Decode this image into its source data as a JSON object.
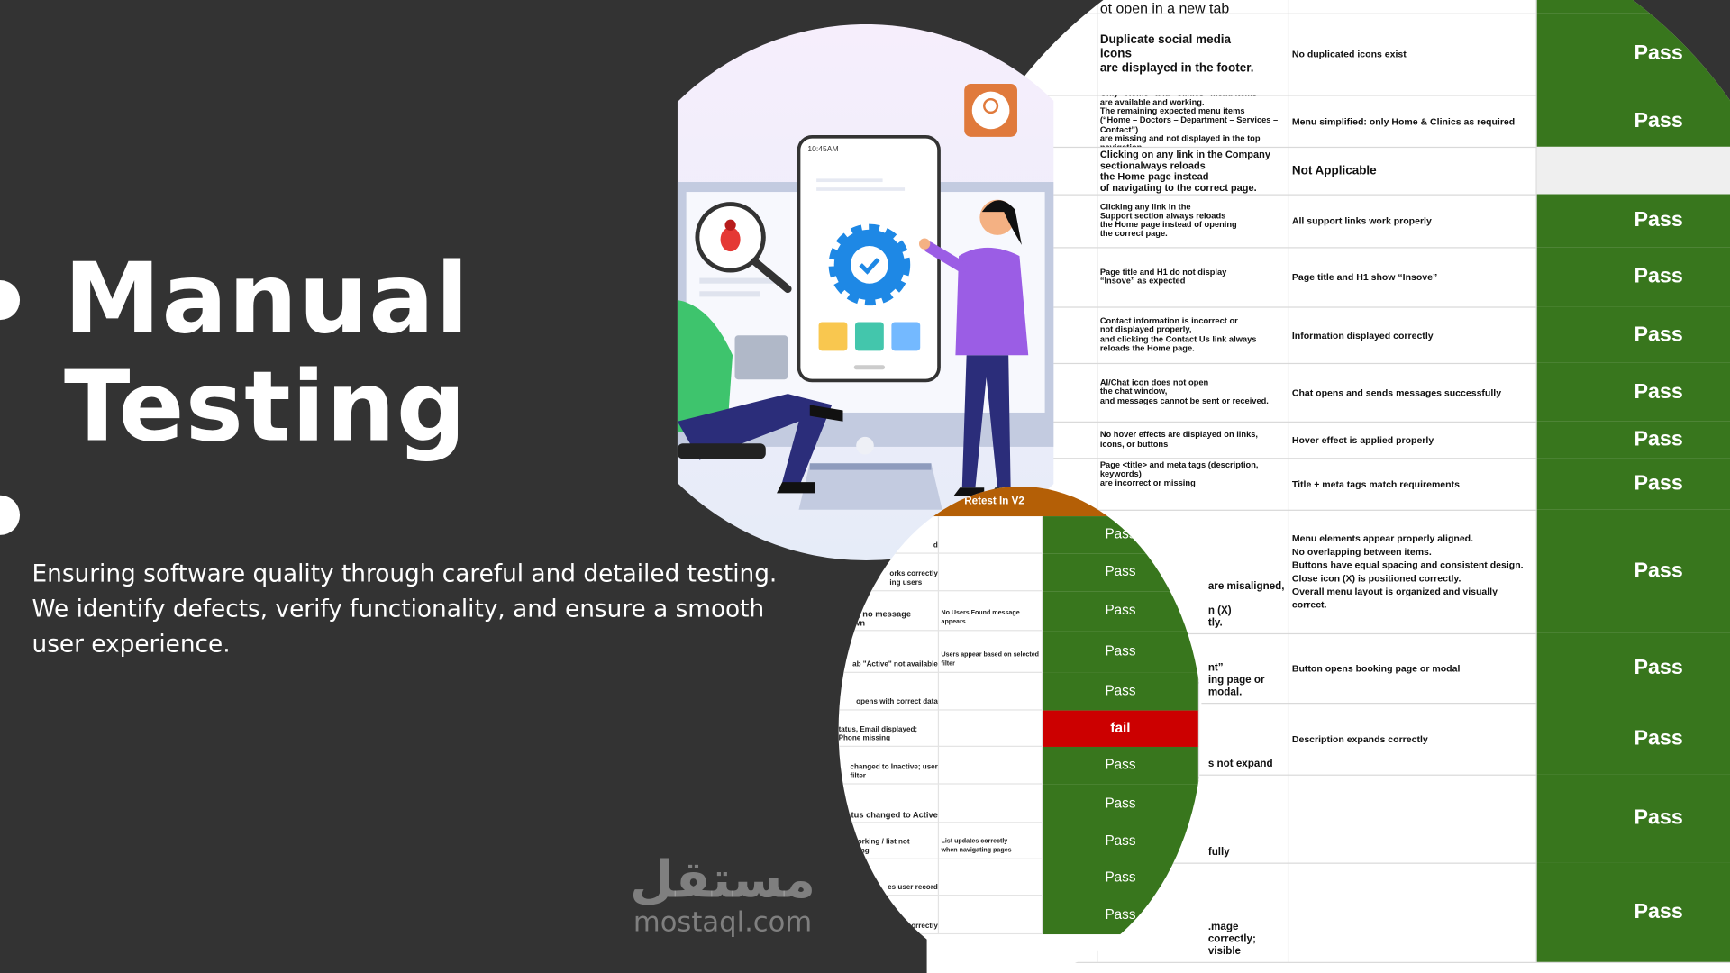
{
  "hero": {
    "title_line1": "Manual",
    "title_line2": "Testing",
    "description": "Ensuring software quality through careful and detailed testing.\n We identify defects, verify functionality, and ensure a smooth user experience."
  },
  "illustration": {
    "phone_time": "10:45AM",
    "icons": [
      "bug-icon",
      "magnifier-icon",
      "gear-check-icon",
      "analytics-monitor-icon"
    ]
  },
  "main_table": {
    "rows": [
      {
        "actual": "ot open in a new tab",
        "expected": "",
        "status": ""
      },
      {
        "actual": "Duplicate social media\nicons\nare displayed in the footer.",
        "expected": "No duplicated icons exist",
        "status": "Pass"
      },
      {
        "actual": "Only “Home” and “Clinics” menu items\nare available and working.\nThe remaining expected menu items\n (“Home – Doctors – Department – Services –\nContact”)\nare missing and not displayed in the top navigation.",
        "expected": "Menu simplified: only Home & Clinics as required",
        "status": "Pass"
      },
      {
        "actual": "Clicking on any link in the Company\nsectionalways reloads\nthe Home page instead\nof navigating to the correct page.",
        "expected": "Not Applicable",
        "status": ""
      },
      {
        "actual": "Clicking any link in the\nSupport section always reloads\nthe Home page instead of opening\nthe correct page.",
        "expected": "All support links work properly",
        "status": "Pass"
      },
      {
        "actual": "Page title and H1 do not display\n“Insove” as expected",
        "expected": "Page title and H1 show “Insove”",
        "status": "Pass"
      },
      {
        "actual": "Contact information is incorrect or\n not displayed properly,\nand clicking the Contact Us link always\nreloads the Home page.",
        "expected": "Information displayed correctly",
        "status": "Pass"
      },
      {
        "actual": "AI/Chat icon does not open\n the chat window,\nand messages cannot be sent or received.",
        "expected": "Chat opens and sends messages successfully",
        "status": "Pass"
      },
      {
        "actual": "No hover effects are displayed on links,\n icons, or buttons",
        "expected": "Hover effect is applied properly",
        "status": "Pass"
      },
      {
        "actual": "Page <title> and meta tags (description, keywords)\nare incorrect or missing",
        "expected": "Title + meta tags match requirements",
        "status": "Pass"
      },
      {
        "actual": "are misaligned,\n\nn (X)\ntly.",
        "expected": "Menu elements appear properly aligned.\nNo overlapping between items.\nButtons have equal spacing and consistent design.\nClose icon (X) is positioned correctly.\nOverall menu layout is organized and visually\ncorrect.",
        "status": "Pass"
      },
      {
        "actual": "nt”\ning page or modal.",
        "expected": "Button opens booking page or modal",
        "status": "Pass"
      },
      {
        "actual": "s not expand",
        "expected": "Description expands correctly",
        "status": "Pass"
      },
      {
        "actual": "fully",
        "expected": "",
        "status": "Pass"
      },
      {
        "actual": ".mage\ncorrectly;\nvisible",
        "expected": "",
        "status": "Pass"
      }
    ]
  },
  "retest_table": {
    "header": "Retest In V2",
    "rows": [
      {
        "actual": "d",
        "expected": "",
        "status": "Pass"
      },
      {
        "actual": "orks correctly\ning users",
        "expected": "",
        "status": "Pass"
      },
      {
        "actual": "mpty, no message shown",
        "expected": "No Users Found message appears",
        "status": "Pass"
      },
      {
        "actual": "ab \"Active\" not available",
        "expected": "Users appear based on selected filter",
        "status": "Pass"
      },
      {
        "actual": "opens with correct data",
        "expected": "",
        "status": "Pass"
      },
      {
        "actual": "tatus, Email displayed; Phone missing",
        "expected": "",
        "status": "fail"
      },
      {
        "actual": "changed to Inactive; user\nfilter",
        "expected": "",
        "status": "Pass"
      },
      {
        "actual": "tus changed to Active",
        "expected": "",
        "status": "Pass"
      },
      {
        "actual": "not working / list not updating",
        "expected": "List updates correctly\nwhen navigating pages",
        "status": "Pass"
      },
      {
        "actual": "es user record",
        "expected": "",
        "status": "Pass"
      },
      {
        "actual": "d correctly",
        "expected": "",
        "status": "Pass"
      }
    ]
  },
  "watermark": {
    "arabic": "مستقل",
    "latin": "mostaql.com"
  },
  "colors": {
    "background": "#333333",
    "pass": "#38761d",
    "fail": "#cc0000",
    "retest_header": "#b45f06",
    "not_applicable": "#efefef"
  }
}
